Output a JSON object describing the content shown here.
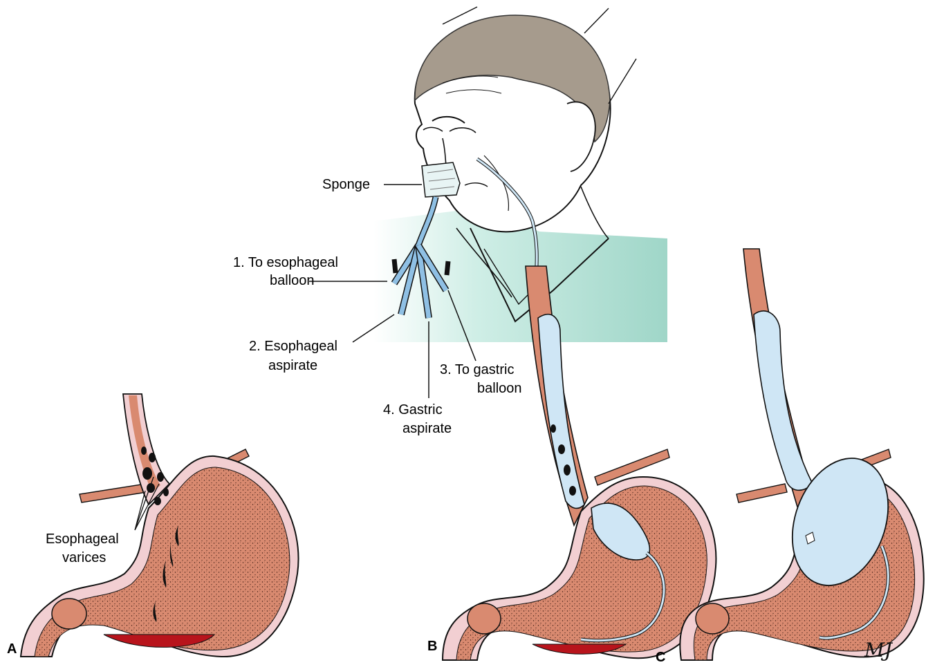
{
  "labels": {
    "sponge": "Sponge",
    "to_esophageal_balloon": [
      "1. To esophageal",
      "balloon"
    ],
    "esophageal_aspirate": [
      "2. Esophageal",
      "aspirate"
    ],
    "to_gastric_balloon": [
      "3. To gastric",
      "balloon"
    ],
    "gastric_aspirate": [
      "4. Gastric",
      "aspirate"
    ],
    "esophageal_varices": [
      "Esophageal",
      "varices"
    ]
  },
  "panels": {
    "a": "A",
    "b": "B",
    "c": "C"
  },
  "signature": "MJ",
  "colors": {
    "stomach_fill": "#d98a70",
    "stomach_lining": "#f2cfd2",
    "blood": "#b8141c",
    "balloon": "#cfe6f5",
    "tube": "#8fc0e4",
    "gown": "#a8d9cc",
    "hair": "#a69b8d",
    "skin": "#ffffff",
    "outline": "#111111"
  }
}
